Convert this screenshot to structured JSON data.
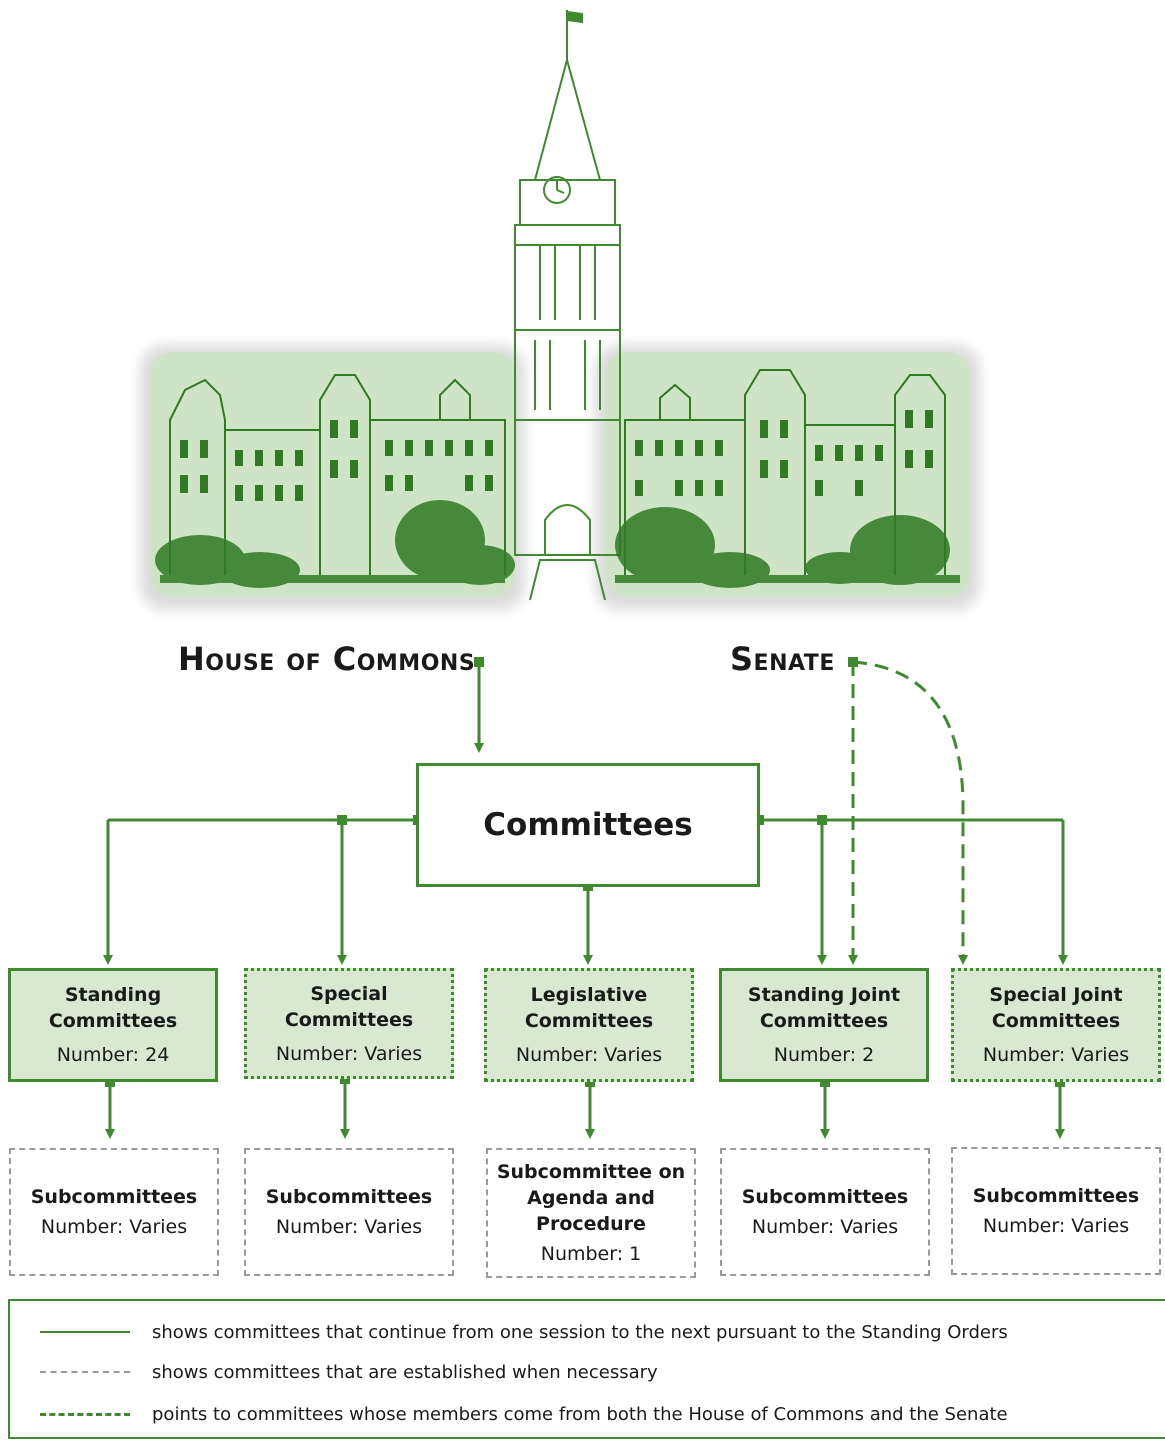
{
  "colors": {
    "green": "#3f8a2e",
    "light_green": "#d9e9d1",
    "dashed_grey": "#9a9a9a"
  },
  "headers": {
    "house": "House of Commons",
    "senate": "Senate"
  },
  "main_box": {
    "label": "Committees"
  },
  "committees": [
    {
      "key": "standing",
      "title": "Standing\nCommittees",
      "number": "Number: 24",
      "border": "solid"
    },
    {
      "key": "special",
      "title": "Special\nCommittees",
      "number": "Number: Varies",
      "border": "dotted"
    },
    {
      "key": "legislative",
      "title": "Legislative\nCommittees",
      "number": "Number: Varies",
      "border": "dotted"
    },
    {
      "key": "standing-joint",
      "title": "Standing Joint\nCommittees",
      "number": "Number: 2",
      "border": "solid"
    },
    {
      "key": "special-joint",
      "title": "Special Joint\nCommittees",
      "number": "Number: Varies",
      "border": "dotted"
    }
  ],
  "subcommittees": [
    {
      "title": "Subcommittees",
      "number": "Number: Varies"
    },
    {
      "title": "Subcommittees",
      "number": "Number: Varies"
    },
    {
      "title": "Subcommittee on\nAgenda and\nProcedure",
      "number": "Number: 1"
    },
    {
      "title": "Subcommittees",
      "number": "Number: Varies"
    },
    {
      "title": "Subcommittees",
      "number": "Number: Varies"
    }
  ],
  "legend": [
    {
      "style": "solid",
      "text": "shows committees that continue from one session to the next pursuant to the Standing Orders"
    },
    {
      "style": "dotted",
      "text": "shows committees that are established when necessary"
    },
    {
      "style": "dashed",
      "text": "points to committees whose members come from both the House of Commons and the Senate"
    }
  ],
  "illustration": {
    "subject": "parliament-building-sketch"
  }
}
